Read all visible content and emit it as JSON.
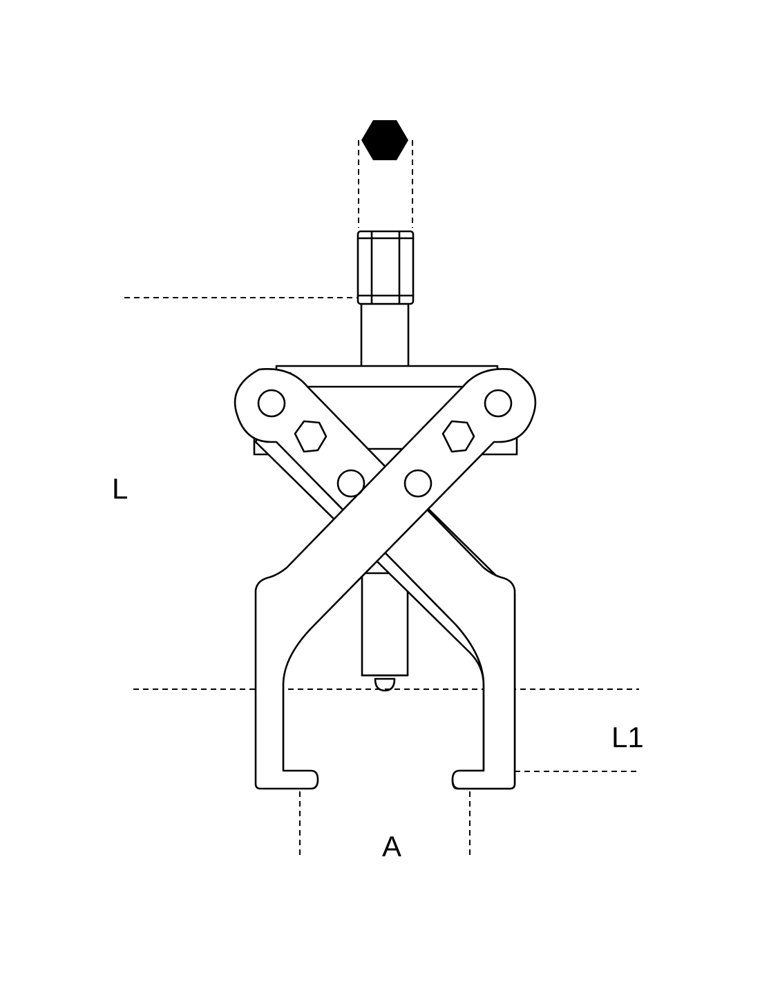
{
  "labels": {
    "length": "L",
    "jaw_depth": "L1",
    "opening": "A"
  },
  "colors": {
    "line": "#000000",
    "background": "#ffffff"
  },
  "icons": {
    "hex_drive": "hex-socket-icon"
  }
}
